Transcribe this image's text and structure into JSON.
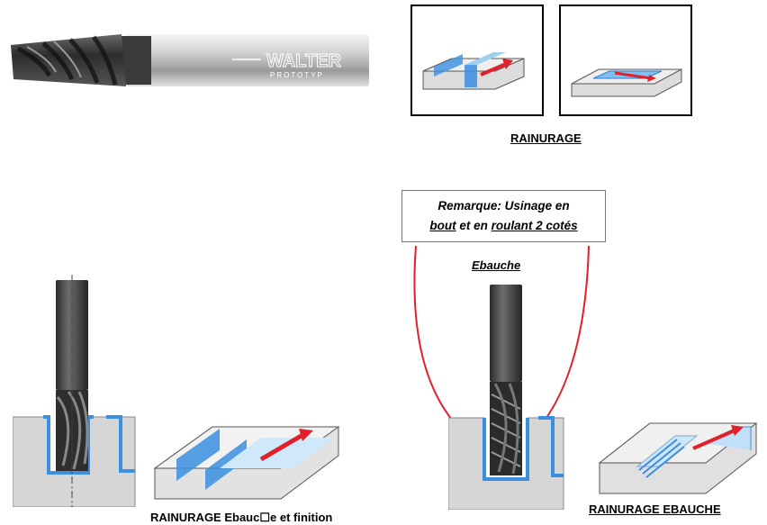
{
  "cutter_brand": "WALTER",
  "cutter_brand_sub": "PROTOTYP",
  "rainurage_caption": "RAINURAGE",
  "note": {
    "line1": "Remarque: Usinage en",
    "bout": "bout",
    "et_en": " et en ",
    "roulant": "roulant 2 cotés"
  },
  "ebauche_title": "Ebauche",
  "caption_left": "RAINURAGE Ebauc☐e et finition",
  "caption_right": "RAINURAGE EBAUCHE",
  "colors": {
    "slot_blue": "#3b8fe0",
    "arrow_red": "#e0202a",
    "tool_dark": "#3a3a3a"
  }
}
